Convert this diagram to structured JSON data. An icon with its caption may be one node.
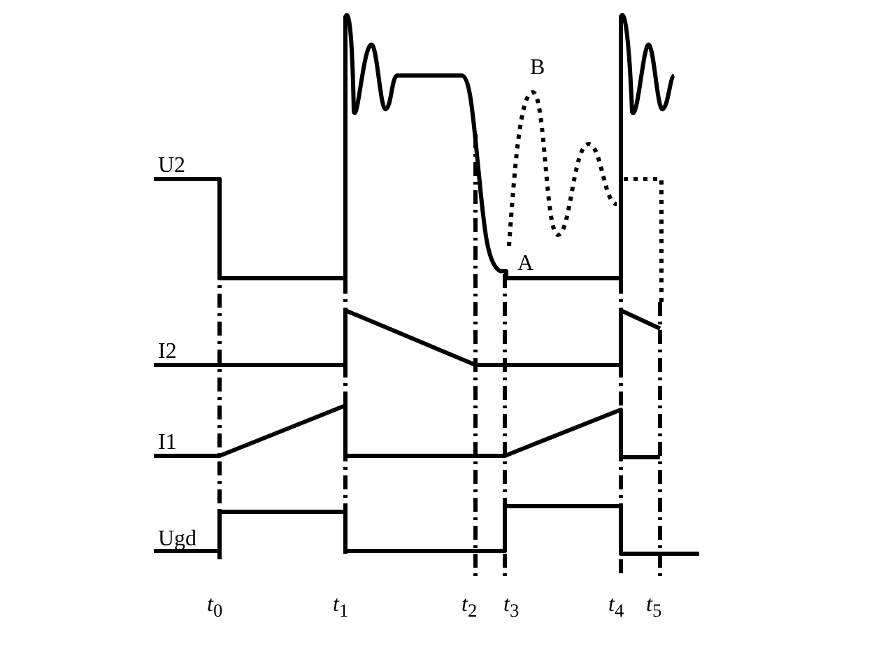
{
  "diagram": {
    "labels": [
      "B",
      "U2",
      "A",
      "I2",
      "I1",
      "Ugd",
      "*t*$_{0}$",
      "*t*$_{1}$",
      "*t*$_{2}$",
      "*t*$_{3}$",
      "*t*$_{4}$",
      "*t*$_{5}$"
    ]
  }
}
